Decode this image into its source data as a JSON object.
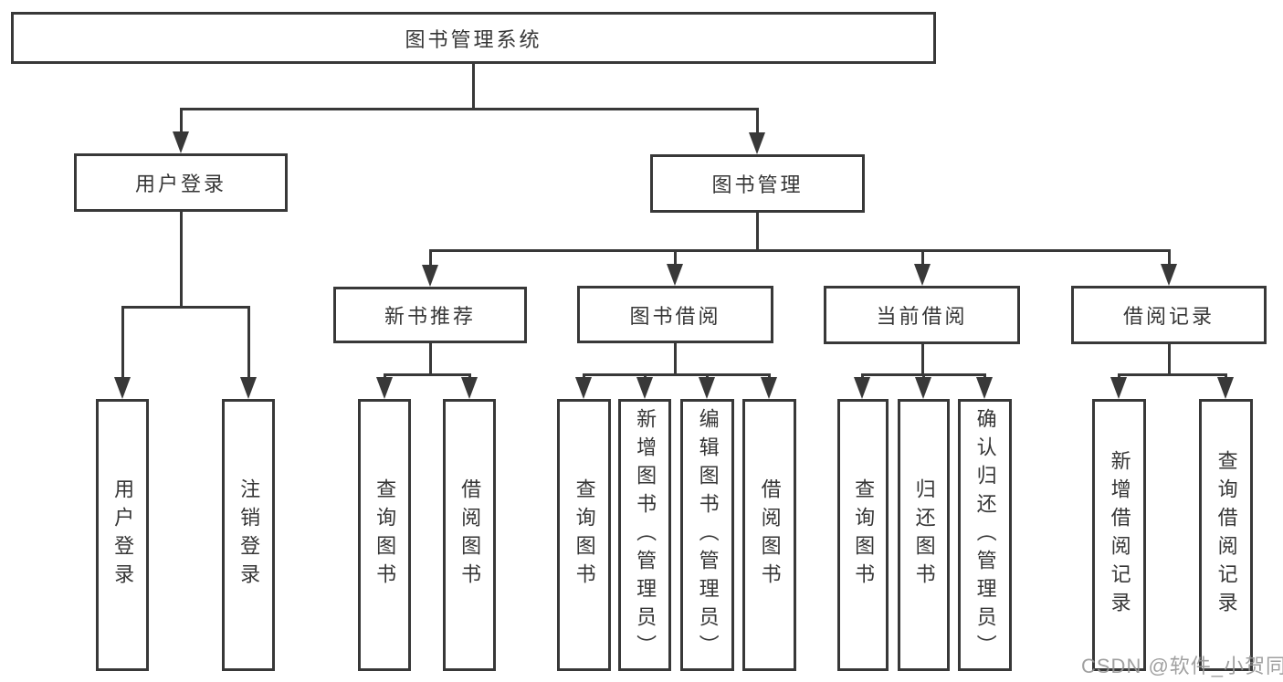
{
  "root": {
    "label": "图书管理系统"
  },
  "branches": {
    "user_login": {
      "label": "用户登录",
      "children": [
        {
          "label": "用户登录"
        },
        {
          "label": "注销登录"
        }
      ]
    },
    "book_mgmt": {
      "label": "图书管理",
      "children": [
        {
          "label": "新书推荐",
          "children": [
            {
              "label": "查询图书"
            },
            {
              "label": "借阅图书"
            }
          ]
        },
        {
          "label": "图书借阅",
          "children": [
            {
              "label": "查询图书"
            },
            {
              "label": "新增图书（管理员）"
            },
            {
              "label": "编辑图书（管理员）"
            },
            {
              "label": "借阅图书"
            }
          ]
        },
        {
          "label": "当前借阅",
          "children": [
            {
              "label": "查询图书"
            },
            {
              "label": "归还图书"
            },
            {
              "label": "确认归还（管理员）"
            }
          ]
        },
        {
          "label": "借阅记录",
          "children": [
            {
              "label": "新增借阅记录"
            },
            {
              "label": "查询借阅记录"
            }
          ]
        }
      ]
    }
  },
  "watermark": {
    "text": "CSDN @软件_小贺同学"
  },
  "colors": {
    "line": "#383838",
    "text": "#363636",
    "background": "#ffffff",
    "watermark": "#969696"
  }
}
